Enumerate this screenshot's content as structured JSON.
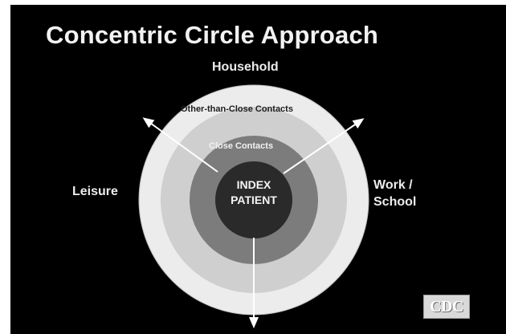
{
  "slide": {
    "title": "Concentric Circle Approach"
  },
  "labels": {
    "household": "Household",
    "leisure": "Leisure",
    "work_line1": "Work /",
    "work_line2": "School"
  },
  "rings": {
    "other_than_close": "Other-than-Close Contacts",
    "close_contacts": "Close Contacts",
    "center_line1": "INDEX",
    "center_line2": "PATIENT"
  },
  "logo": {
    "text": "CDC"
  },
  "colors": {
    "background": "#000000",
    "outer_ring": "#ececec",
    "middle_ring": "#cfcfcf",
    "inner_ring": "#7c7c7c",
    "center": "#2a2a2a",
    "arrow": "#ffffff"
  }
}
